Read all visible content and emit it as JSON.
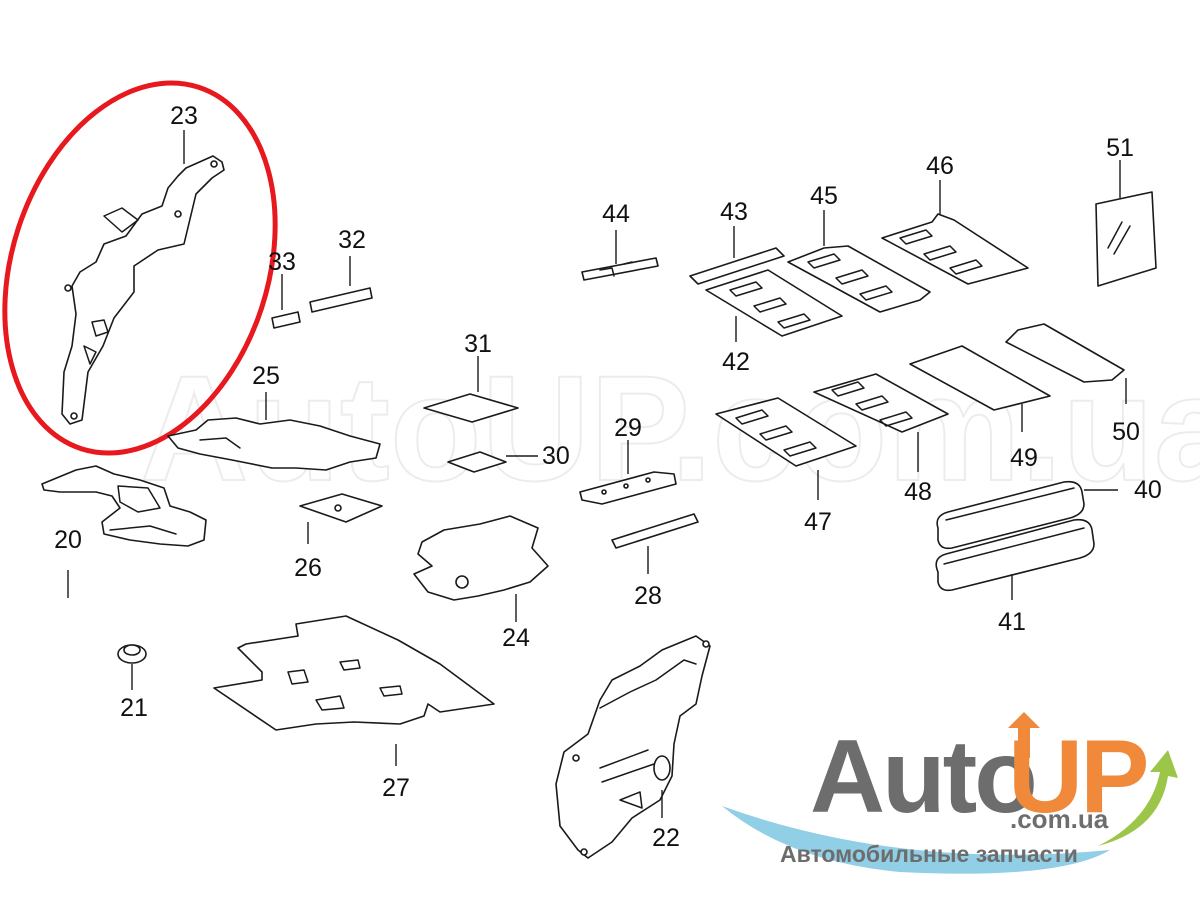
{
  "diagram": {
    "callouts": {
      "p20": "20",
      "p21": "21",
      "p22": "22",
      "p23": "23",
      "p24": "24",
      "p25": "25",
      "p26": "26",
      "p27": "27",
      "p28": "28",
      "p29": "29",
      "p30": "30",
      "p31": "31",
      "p32": "32",
      "p33": "33",
      "p40": "40",
      "p41": "41",
      "p42": "42",
      "p43": "43",
      "p44": "44",
      "p45": "45",
      "p46": "46",
      "p47": "47",
      "p48": "48",
      "p49": "49",
      "p50": "50",
      "p51": "51"
    },
    "highlight_color": "#e8191e"
  },
  "watermark": {
    "text": "AutoUP.com.ua"
  },
  "logo": {
    "word_auto": "Auto",
    "word_up": "UP",
    "domain": ".com.ua",
    "tagline": "Автомобильные запчасти",
    "colors": {
      "auto": "#6d6d6d",
      "up": "#f08a3a",
      "swoosh": "#7cc7e0",
      "arrow": "#9cc64a"
    }
  }
}
